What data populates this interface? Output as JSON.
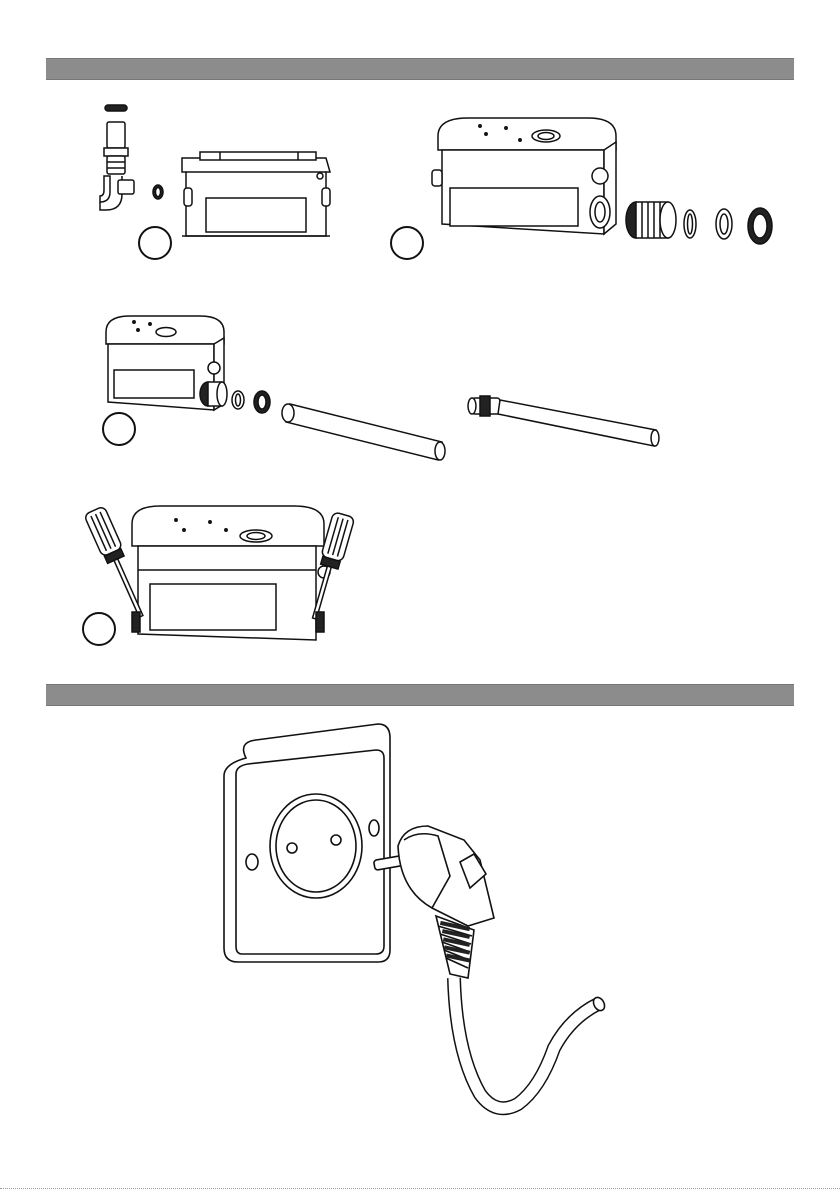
{
  "document": {
    "sections": [
      {
        "id": "installation",
        "title": ""
      },
      {
        "id": "power-connection",
        "title": ""
      }
    ],
    "steps": [
      {
        "id": "step-1",
        "number": ""
      },
      {
        "id": "step-2",
        "number": ""
      },
      {
        "id": "step-3",
        "number": ""
      },
      {
        "id": "step-4",
        "number": ""
      }
    ],
    "illustrations": [
      {
        "id": "check-valve-and-pump-unit",
        "icon": "check-valve-icon"
      },
      {
        "id": "pump-unit-with-adapter-fittings",
        "icon": "pump-unit-icon"
      },
      {
        "id": "pump-unit-with-pipes",
        "icon": "pipe-icon"
      },
      {
        "id": "pump-unit-with-screwdrivers",
        "icon": "screwdriver-icon"
      },
      {
        "id": "wall-socket-with-plug",
        "icon": "power-plug-icon"
      }
    ],
    "colors": {
      "section_bar": "#8c8c8c",
      "line_art": "#111111",
      "fill_dark": "#222222",
      "fill_light": "#ffffff"
    }
  }
}
